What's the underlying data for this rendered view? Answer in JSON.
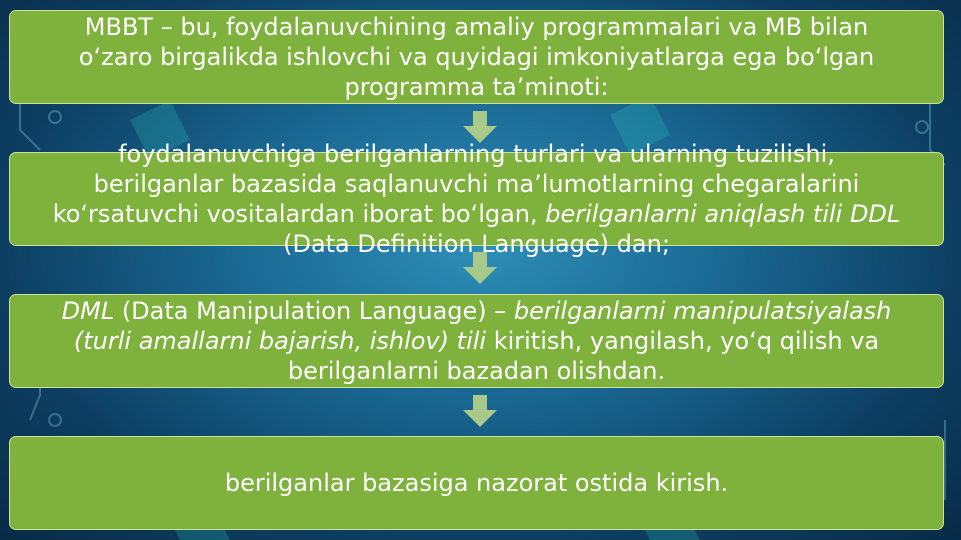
{
  "boxes": [
    {
      "line1": "MBBT – bu, foydalanuvchining amaliy programmalari va MB bilan",
      "line2": "o‘zaro birgalikda ishlovchi va quyidagi imkoniyatlarga ega bo‘lgan",
      "line3": "programma ta’minoti:"
    },
    {
      "line1": "foydalanuvchiga berilganlarning turlari va ularning tuzilishi,",
      "line2": "berilganlar bazasida saqlanuvchi ma’lumotlarning chegaralarini",
      "line3_plain": "ko‘rsatuvchi vositalardan iborat bo‘lgan, ",
      "line3_italic": "berilganlarni aniqlash tili DDL",
      "line4": "(Data Definition Language) dan;"
    },
    {
      "italic_a": "DML",
      "plain_a": " (Data Manipulation Language) – ",
      "italic_b": "berilganlarni manipulatsiyalash",
      "italic_c": "(turli amallarni bajarish, ishlov) tili",
      "plain_b": " kiritish, yangilash, yo‘q qilish va",
      "line3": "berilganlarni bazadan olishdan."
    },
    {
      "line1": "berilganlar bazasiga nazorat ostida kirish."
    }
  ],
  "colors": {
    "box_fill": "#7fb13d",
    "arrow_fill": "#a9c98a",
    "background": "#1a6a95"
  }
}
